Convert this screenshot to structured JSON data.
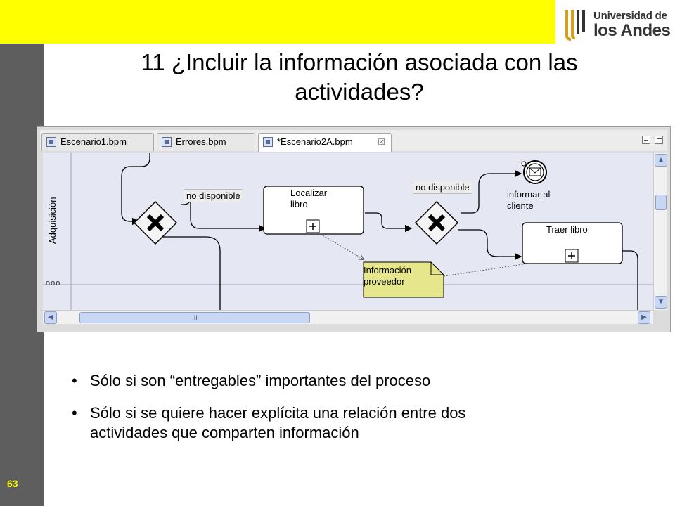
{
  "header": {
    "logo_line1": "Universidad de",
    "logo_line2": "los Andes"
  },
  "slide": {
    "title_line1": "11 ¿Incluir la información asociada con las",
    "title_line2": "actividades?",
    "page_number": "63"
  },
  "editor": {
    "tabs": [
      {
        "label": "Escenario1.bpm",
        "icon": "bpm-file-icon"
      },
      {
        "label": "Errores.bpm",
        "icon": "bpm-file-icon"
      },
      {
        "label": "*Escenario2A.bpm",
        "icon": "bpm-file-icon",
        "active": true
      }
    ],
    "close_glyph": "☒",
    "diagram": {
      "pool_label": "Adquisición",
      "pool_dots": "ooo",
      "gateway_labels": [
        "no disponible",
        "no disponible"
      ],
      "task_localizar_line1": "Localizar",
      "task_localizar_line2": "libro",
      "task_traer": "Traer libro",
      "event_label_line1": "informar al",
      "event_label_line2": "cliente",
      "data_object_line1": "Información",
      "data_object_line2": "proveedor"
    },
    "scrollbar": {
      "up": "▲",
      "down": "▼",
      "left": "◀",
      "right": "▶",
      "grip": "III"
    }
  },
  "bullets": [
    {
      "marker": "•",
      "line1": "Sólo si son “entregables” importantes del proceso",
      "line2": ""
    },
    {
      "marker": "•",
      "line1": "Sólo si se quiere hacer explícita una relación entre dos",
      "line2": "actividades que comparten información"
    }
  ],
  "colors": {
    "topbar": "#ffff00",
    "sidebar": "#5e5e5e",
    "data_object": "#e6e68c",
    "canvas": "#e5e7f3"
  }
}
